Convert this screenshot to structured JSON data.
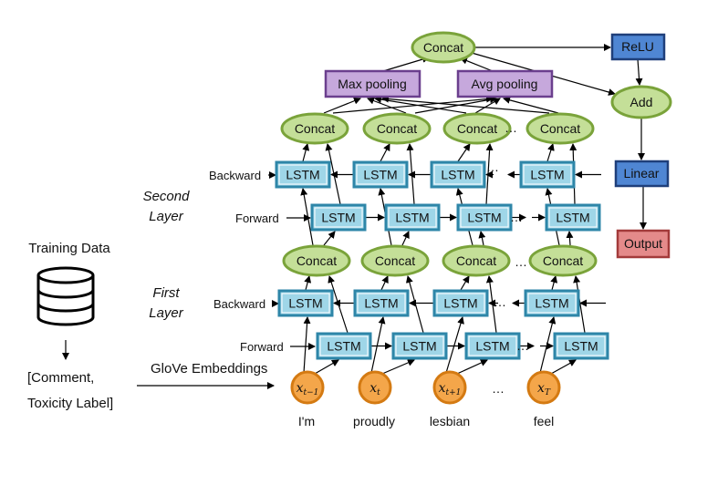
{
  "left": {
    "training_data": "Training Data",
    "record_line1": "[Comment,",
    "record_line2": "Toxicity Label]",
    "glove": "GloVe Embeddings",
    "database_icon": "database-icon"
  },
  "layers": {
    "second_line1": "Second",
    "second_line2": "Layer",
    "first_line1": "First",
    "first_line2": "Layer",
    "backward": "Backward",
    "forward": "Forward"
  },
  "nodes": {
    "lstm": "LSTM",
    "concat": "Concat",
    "max_pooling": "Max pooling",
    "avg_pooling": "Avg pooling",
    "relu": "ReLU",
    "add": "Add",
    "linear": "Linear",
    "output": "Output",
    "ellipsis": "…"
  },
  "inputs": {
    "tokens": [
      "x_{t-1}",
      "x_t",
      "x_{t+1}",
      "x_T"
    ],
    "words": [
      "I'm",
      "proudly",
      "lesbian",
      "feel"
    ]
  },
  "colors": {
    "lstm_fill": "#9fd6e8",
    "lstm_stroke": "#2e86a8",
    "concat_fill": "#c4df98",
    "concat_stroke": "#7aa33a",
    "pool_fill": "#c6a8dc",
    "pool_stroke": "#6b3f8e",
    "relu_fill": "#4f86d3",
    "relu_stroke": "#1f3f7a",
    "output_fill": "#e48a8a",
    "output_stroke": "#a33b3b",
    "input_fill": "#f4a64a",
    "input_stroke": "#d47a12"
  }
}
